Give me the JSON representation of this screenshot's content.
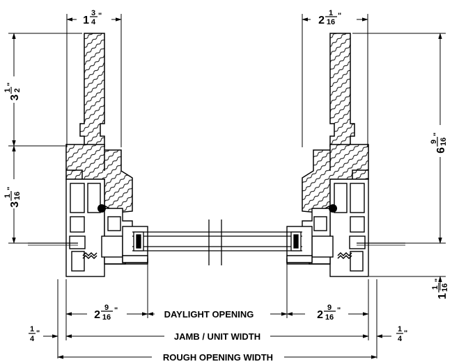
{
  "diagram": {
    "type": "window-section-detail",
    "line_color": "#000000",
    "background": "#ffffff",
    "labels": {
      "daylight_opening": "DAYLIGHT OPENING",
      "jamb_unit_width": "JAMB / UNIT WIDTH",
      "rough_opening_width": "ROUGH OPENING WIDTH"
    },
    "dimensions": {
      "left_wall_width": {
        "whole": "1",
        "num": "3",
        "den": "4"
      },
      "right_wall_width": {
        "whole": "2",
        "num": "1",
        "den": "16"
      },
      "left_upper_height": {
        "whole": "3",
        "num": "1",
        "den": "2"
      },
      "left_lower_height": {
        "whole": "3",
        "num": "1",
        "den": "16"
      },
      "right_total_height": {
        "whole": "6",
        "num": "9",
        "den": "16"
      },
      "right_bottom_offset": {
        "whole": "1",
        "num": "1",
        "den": "16"
      },
      "left_frame_to_glass": {
        "whole": "2",
        "num": "9",
        "den": "16"
      },
      "right_frame_to_glass": {
        "whole": "2",
        "num": "9",
        "den": "16"
      },
      "left_shim": {
        "whole": "",
        "num": "1",
        "den": "4"
      },
      "right_shim": {
        "whole": "",
        "num": "1",
        "den": "4"
      }
    }
  }
}
